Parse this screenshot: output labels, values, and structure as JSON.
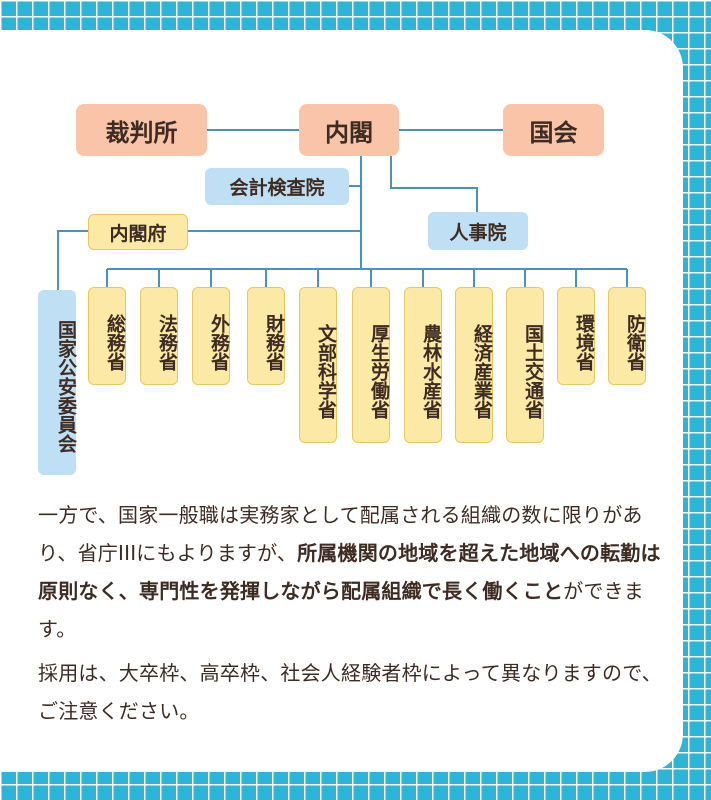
{
  "nodes": {
    "court": "裁判所",
    "cabinet": "内閣",
    "diet": "国会",
    "audit_board": "会計検査院",
    "cabinet_office": "内閣府",
    "personnel_authority": "人事院",
    "public_safety": "国家公安委員会"
  },
  "ministries": [
    "総務省",
    "法務省",
    "外務省",
    "財務省",
    "文部科学省",
    "厚生労働省",
    "農林水産省",
    "経済産業省",
    "国土交通省",
    "環境省",
    "防衛省"
  ],
  "text": {
    "p1_a": "一方で、国家一般職は実務家として配属される組織の数に限りがあり、省庁IIIにもよりますが、",
    "p1_bold": "所属機関の地域を超えた地域への転勤は原則なく、専門性を発揮しながら配属組織で長く働くこと",
    "p1_b": "ができます。",
    "p2": "採用は、大卒枠、高卒枠、社会人経験者枠によって異なりますので、ご注意ください。"
  },
  "colors": {
    "background_grid": "#2cb5d6",
    "salmon_box": "#f9c4a8",
    "blue_box": "#bfe0f4",
    "yellow_box": "#fde9a6",
    "line": "#4a90c0",
    "text": "#3e2c23"
  }
}
